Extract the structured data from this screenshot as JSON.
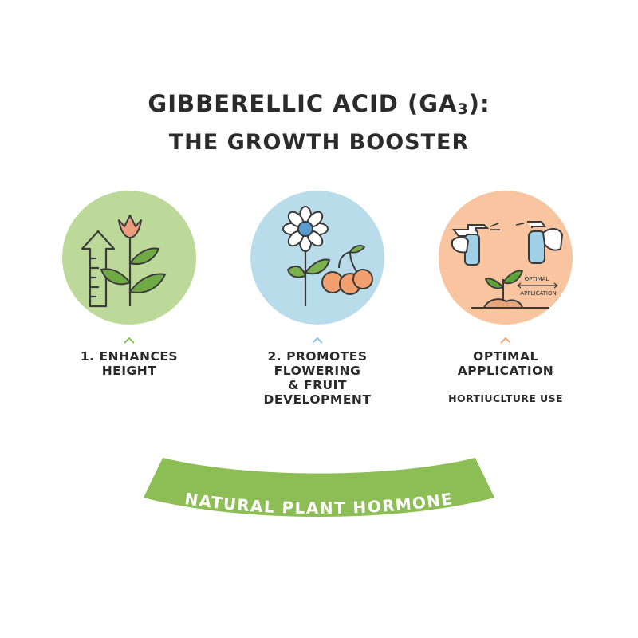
{
  "title": {
    "line1_prefix": "GIBBERELLIC ACID (GA",
    "line1_subscript": "3",
    "line1_suffix": "):",
    "line2": "THE GROWTH BOOSTER"
  },
  "cards": [
    {
      "label_line1": "1. ENHANCES",
      "label_line2": "HEIGHT",
      "color": "#bcd99a",
      "icon": "plant-height-ruler-icon"
    },
    {
      "label_line1": "2. PROMOTES",
      "label_line2": "FLOWERING",
      "label_line3": "& FRUIT",
      "label_line4": "DEVELOPMENT",
      "color": "#b9dcea",
      "icon": "flower-cherries-icon"
    },
    {
      "label_line1": "OPTIMAL",
      "label_line2": "APPLICATION",
      "sub_label": "HORTIUCLTURE USE",
      "color": "#f8c5a0",
      "icon": "spray-bottles-seedling-icon",
      "icon_text_1": "OPTIMAL",
      "icon_text_2": "APPLICATION"
    }
  ],
  "banner": {
    "text": "NATURAL PLANT HORMONE",
    "color": "#8dbd55"
  },
  "colors": {
    "text": "#2b2b2b",
    "caret_green": "#8dbd55",
    "caret_blue": "#8cc6e0",
    "caret_orange": "#f0a77a"
  }
}
